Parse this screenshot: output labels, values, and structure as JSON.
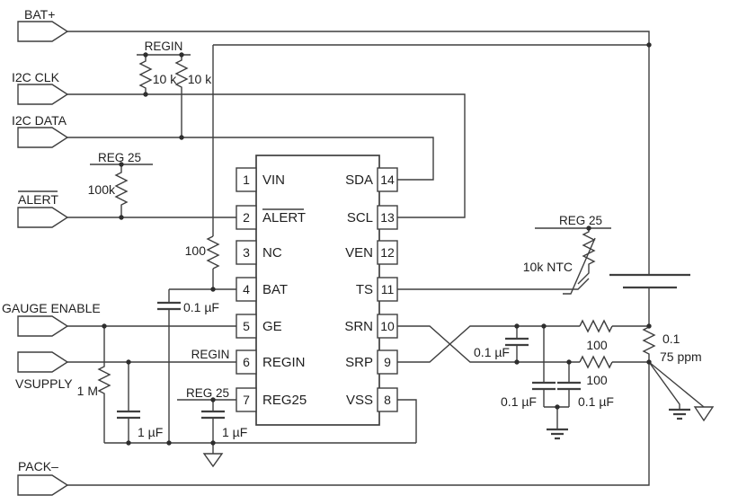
{
  "schematic": {
    "connectors": {
      "bat_plus": "BAT+",
      "i2c_clk": "I2C CLK",
      "i2c_data": "I2C DATA",
      "alert": "ALERT",
      "gauge_enable": "GAUGE ENABLE",
      "vsupply": "VSUPPLY",
      "pack_minus": "PACK–"
    },
    "net_labels": {
      "regin_top": "REGIN",
      "reg25_left": "REG 25",
      "regin_pin6": "REGIN",
      "reg25_pin7": "REG 25",
      "reg25_right": "REG 25"
    },
    "components": {
      "r_scl_pullup": "10 k",
      "r_sda_pullup": "10 k",
      "r_alert_pullup": "100k",
      "r_bat_filter": "100",
      "r_ge_pulldown": "1 M",
      "r_srn_filter": "100",
      "r_srp_filter": "100",
      "r_sense_value": "0.1",
      "r_sense_tolerance": "75 ppm",
      "ntc_thermistor": "10k NTC",
      "c_bat": "0.1 µF",
      "c_vsupply": "1 µF",
      "c_reg25": "1 µF",
      "c_sr_diff": "0.1 µF",
      "c_srn": "0.1 µF",
      "c_srp": "0.1 µF"
    },
    "ic": {
      "left_pins": [
        {
          "num": "1",
          "name": "VIN"
        },
        {
          "num": "2",
          "name": "ALERT"
        },
        {
          "num": "3",
          "name": "NC"
        },
        {
          "num": "4",
          "name": "BAT"
        },
        {
          "num": "5",
          "name": "GE"
        },
        {
          "num": "6",
          "name": "REGIN"
        },
        {
          "num": "7",
          "name": "REG25"
        }
      ],
      "right_pins": [
        {
          "num": "14",
          "name": "SDA"
        },
        {
          "num": "13",
          "name": "SCL"
        },
        {
          "num": "12",
          "name": "VEN"
        },
        {
          "num": "11",
          "name": "TS"
        },
        {
          "num": "10",
          "name": "SRN"
        },
        {
          "num": "9",
          "name": "SRP"
        },
        {
          "num": "8",
          "name": "VSS"
        }
      ]
    }
  }
}
